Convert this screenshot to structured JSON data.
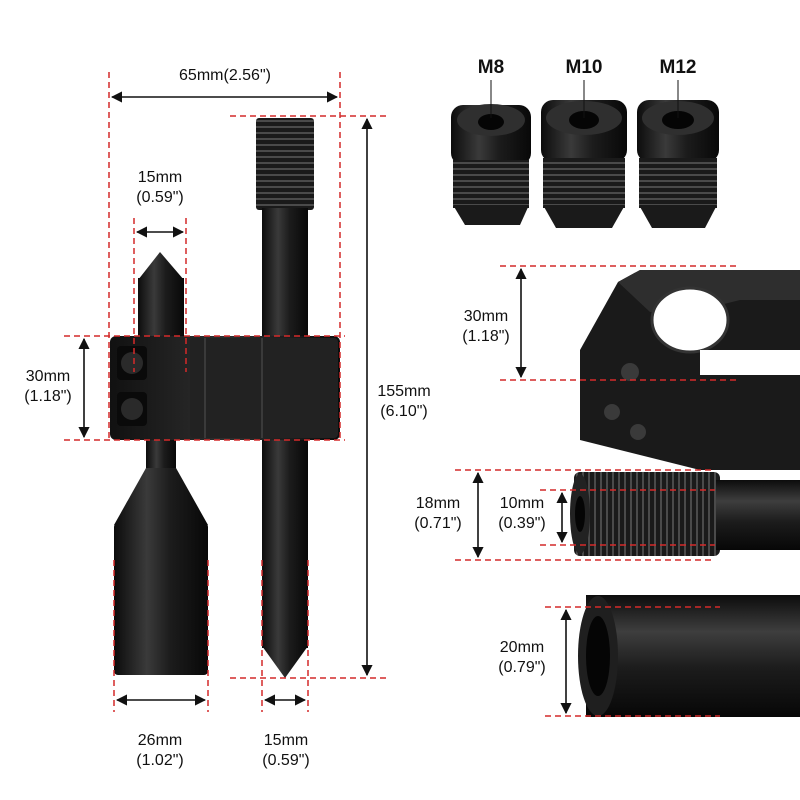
{
  "colors": {
    "guide": "#d42a2a",
    "arrow": "#111111",
    "metal_dark": "#161616",
    "metal_mid": "#2a2a2a",
    "metal_light": "#555555",
    "background": "#ffffff"
  },
  "dimensions": {
    "total_width": "65mm(2.56\")",
    "pin_diameter_top": {
      "mm": "15mm",
      "inch": "(0.59\")"
    },
    "block_height_left": {
      "mm": "30mm",
      "inch": "(1.18\")"
    },
    "total_length": {
      "mm": "155mm",
      "inch": "(6.10\")"
    },
    "base_diameter": {
      "mm": "26mm",
      "inch": "(1.02\")"
    },
    "pin_diameter_bottom": {
      "mm": "15mm",
      "inch": "(0.59\")"
    },
    "block_height_right": {
      "mm": "30mm",
      "inch": "(1.18\")"
    },
    "thread_outer": {
      "mm": "18mm",
      "inch": "(0.71\")"
    },
    "thread_inner": {
      "mm": "10mm",
      "inch": "(0.39\")"
    },
    "sleeve_diameter": {
      "mm": "20mm",
      "inch": "(0.79\")"
    }
  },
  "adapters": [
    {
      "label": "M8"
    },
    {
      "label": "M10"
    },
    {
      "label": "M12"
    }
  ]
}
